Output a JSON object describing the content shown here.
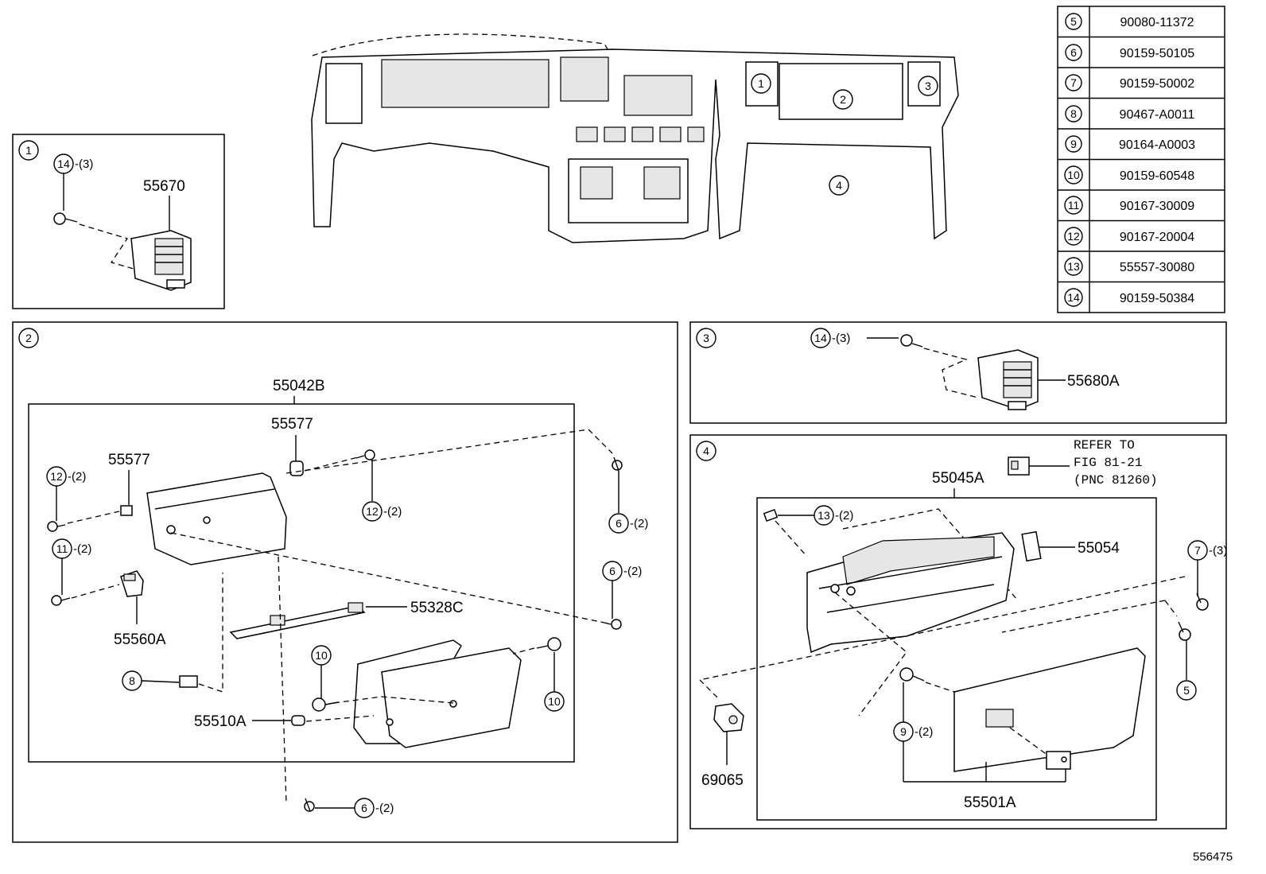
{
  "diagram_id": "556475",
  "parts_table": [
    {
      "ref": "5",
      "part": "90080-11372"
    },
    {
      "ref": "6",
      "part": "90159-50105"
    },
    {
      "ref": "7",
      "part": "90159-50002"
    },
    {
      "ref": "8",
      "part": "90467-A0011"
    },
    {
      "ref": "9",
      "part": "90164-A0003"
    },
    {
      "ref": "10",
      "part": "90159-60548"
    },
    {
      "ref": "11",
      "part": "90167-30009"
    },
    {
      "ref": "12",
      "part": "90167-20004"
    },
    {
      "ref": "13",
      "part": "55557-30080"
    },
    {
      "ref": "14",
      "part": "90159-50384"
    }
  ],
  "overview": {
    "callouts": [
      "1",
      "2",
      "3",
      "4"
    ]
  },
  "panel1": {
    "number": "1",
    "fastener_ref": "14",
    "fastener_qty": "-(3)",
    "part": "55670"
  },
  "panel2": {
    "number": "2",
    "assembly": "55042B",
    "parts": {
      "p55577a": "55577",
      "p55577b": "55577",
      "p55560A": "55560A",
      "p55328C": "55328C",
      "p55510A": "55510A"
    },
    "fasteners": {
      "f12a": {
        "ref": "12",
        "qty": "-(2)"
      },
      "f12b": {
        "ref": "12",
        "qty": "-(2)"
      },
      "f11": {
        "ref": "11",
        "qty": "-(2)"
      },
      "f6a": {
        "ref": "6",
        "qty": "-(2)"
      },
      "f6b": {
        "ref": "6",
        "qty": "-(2)"
      },
      "f6c": {
        "ref": "6",
        "qty": "-(2)"
      },
      "f8": {
        "ref": "8"
      },
      "f10a": {
        "ref": "10"
      },
      "f10b": {
        "ref": "10"
      }
    }
  },
  "panel3": {
    "number": "3",
    "fastener_ref": "14",
    "fastener_qty": "-(3)",
    "part": "55680A"
  },
  "panel4": {
    "number": "4",
    "assembly": "55045A",
    "refer_line1": "REFER TO",
    "refer_line2": "FIG 81-21",
    "refer_line3": "(PNC 81260)",
    "parts": {
      "p55054": "55054",
      "p69065": "69065",
      "p55501A": "55501A"
    },
    "fasteners": {
      "f13": {
        "ref": "13",
        "qty": "-(2)"
      },
      "f7": {
        "ref": "7",
        "qty": "-(3)"
      },
      "f5": {
        "ref": "5"
      },
      "f9": {
        "ref": "9",
        "qty": "-(2)"
      }
    }
  }
}
